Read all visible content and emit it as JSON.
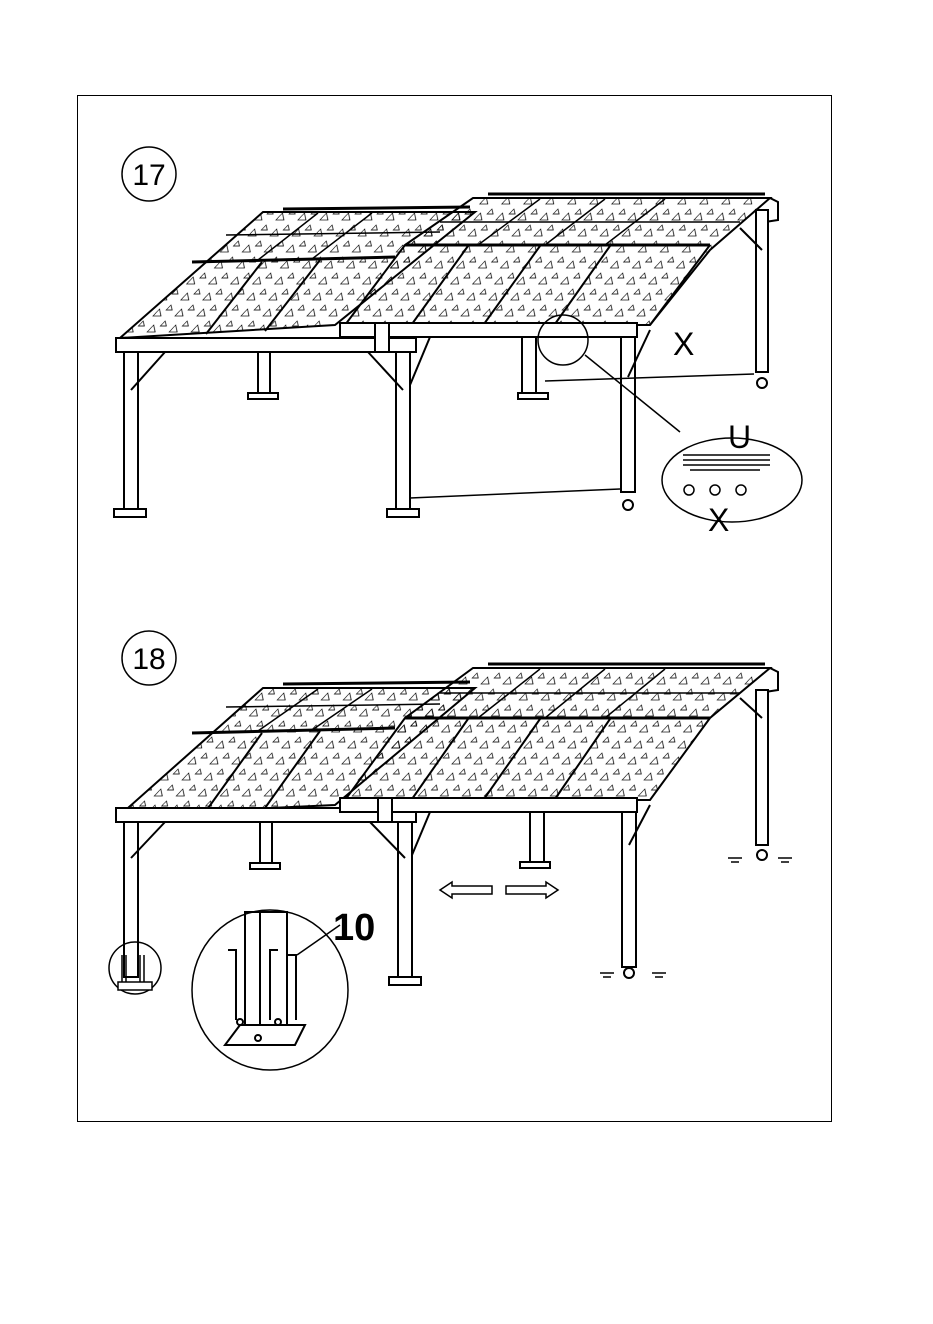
{
  "steps": [
    {
      "number": "17",
      "callouts": {
        "main_x": "X",
        "detail_u": "U",
        "detail_x": "X"
      }
    },
    {
      "number": "18",
      "callouts": {
        "part_number": "10"
      }
    }
  ],
  "colors": {
    "line": "#000000",
    "background": "#ffffff"
  }
}
